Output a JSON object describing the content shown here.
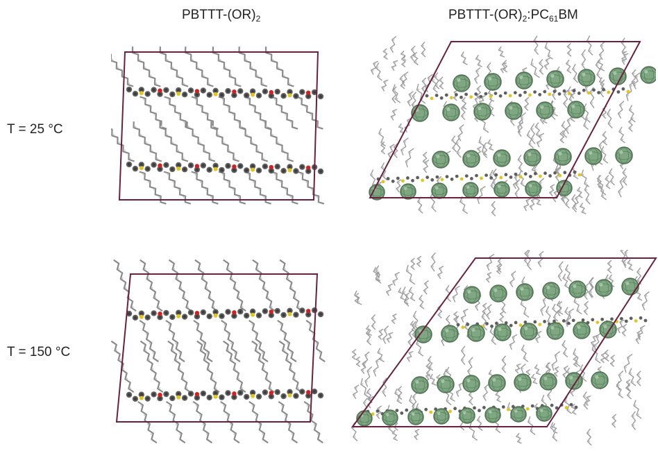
{
  "columns": {
    "left": {
      "text": "PBTTT-(OR)",
      "sub": "2",
      "suffix": ""
    },
    "right": {
      "text": "PBTTT-(OR)",
      "sub": "2",
      "suffix": ":PC",
      "sub2": "61",
      "suffix2": "BM"
    }
  },
  "rows": [
    {
      "label": "T = 25 °C"
    },
    {
      "label": "T = 150 °C"
    }
  ],
  "colors": {
    "cell_frame": "#6b1f3f",
    "carbon": "#5f5f5f",
    "sidechain": "#8a8a8a",
    "sulfur": "#e3c51c",
    "oxygen": "#d42020",
    "fullerene": "#7fa882",
    "fullerene_edge": "#4d6e50"
  }
}
